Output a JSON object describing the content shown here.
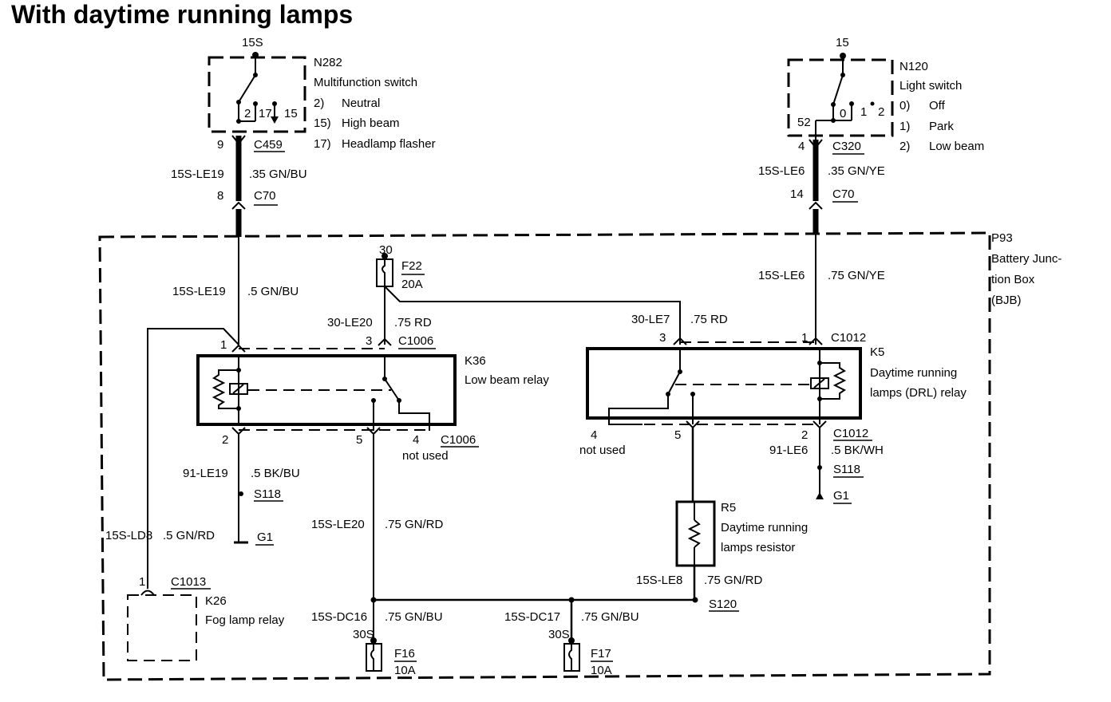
{
  "title": "With daytime running lamps",
  "components": {
    "n282": {
      "id": "N282",
      "name": "Multifunction switch",
      "supply": "15S",
      "positions": [
        {
          "num": "2)",
          "label": "Neutral"
        },
        {
          "num": "15)",
          "label": "High beam"
        },
        {
          "num": "17)",
          "label": "Headlamp flasher"
        }
      ],
      "contacts": [
        "2",
        "17",
        "15"
      ],
      "connector": "C459",
      "pin": "9"
    },
    "n120": {
      "id": "N120",
      "name": "Light switch",
      "supply": "15",
      "positions": [
        {
          "num": "0)",
          "label": "Off"
        },
        {
          "num": "1)",
          "label": "Park"
        },
        {
          "num": "2)",
          "label": "Low beam"
        }
      ],
      "contacts": [
        "0",
        "1",
        "2"
      ],
      "terminal": "52",
      "connector": "C320",
      "pin": "4"
    },
    "p93": {
      "id": "P93",
      "name_lines": [
        "Battery Junc-",
        "tion Box",
        "(BJB)"
      ]
    },
    "k36": {
      "id": "K36",
      "name": "Low beam relay",
      "connector": "C1006",
      "pins": [
        "1",
        "3",
        "2",
        "5",
        "4"
      ],
      "not_used": "not used"
    },
    "k5": {
      "id": "K5",
      "name_lines": [
        "Daytime running",
        "lamps (DRL) relay"
      ],
      "connector": "C1012",
      "pins": [
        "3",
        "1",
        "4",
        "5",
        "2"
      ],
      "not_used": "not used"
    },
    "k26": {
      "id": "K26",
      "name": "Fog lamp relay",
      "connector": "C1013",
      "pin": "1"
    },
    "r5": {
      "id": "R5",
      "name_lines": [
        "Daytime running",
        "lamps resistor"
      ]
    },
    "f22": {
      "id": "F22",
      "rating": "20A",
      "terminal": "30"
    },
    "f16": {
      "id": "F16",
      "rating": "10A",
      "terminal": "30S"
    },
    "f17": {
      "id": "F17",
      "rating": "10A",
      "terminal": "30S"
    }
  },
  "wires": {
    "le19_top": {
      "circuit": "15S-LE19",
      "spec": ".35 GN/BU",
      "connector": "C70",
      "pin": "8"
    },
    "le6_top": {
      "circuit": "15S-LE6",
      "spec": ".35 GN/YE",
      "connector": "C70",
      "pin": "14"
    },
    "le19": {
      "circuit": "15S-LE19",
      "spec": ".5 GN/BU"
    },
    "le20_30": {
      "circuit": "30-LE20",
      "spec": ".75 RD"
    },
    "le7": {
      "circuit": "30-LE7",
      "spec": ".75 RD"
    },
    "le6": {
      "circuit": "15S-LE6",
      "spec": ".75 GN/YE"
    },
    "gnd_le19": {
      "circuit": "91-LE19",
      "spec": ".5 BK/BU",
      "splice": "S118",
      "ground": "G1"
    },
    "gnd_le6": {
      "circuit": "91-LE6",
      "spec": ".5 BK/WH",
      "splice": "S118",
      "ground": "G1"
    },
    "ld8": {
      "circuit": "15S-LD8",
      "spec": ".5 GN/RD"
    },
    "le20": {
      "circuit": "15S-LE20",
      "spec": ".75 GN/RD"
    },
    "le8": {
      "circuit": "15S-LE8",
      "spec": ".75 GN/RD",
      "splice": "S120"
    },
    "dc16": {
      "circuit": "15S-DC16",
      "spec": ".75 GN/BU"
    },
    "dc17": {
      "circuit": "15S-DC17",
      "spec": ".75 GN/BU"
    }
  }
}
